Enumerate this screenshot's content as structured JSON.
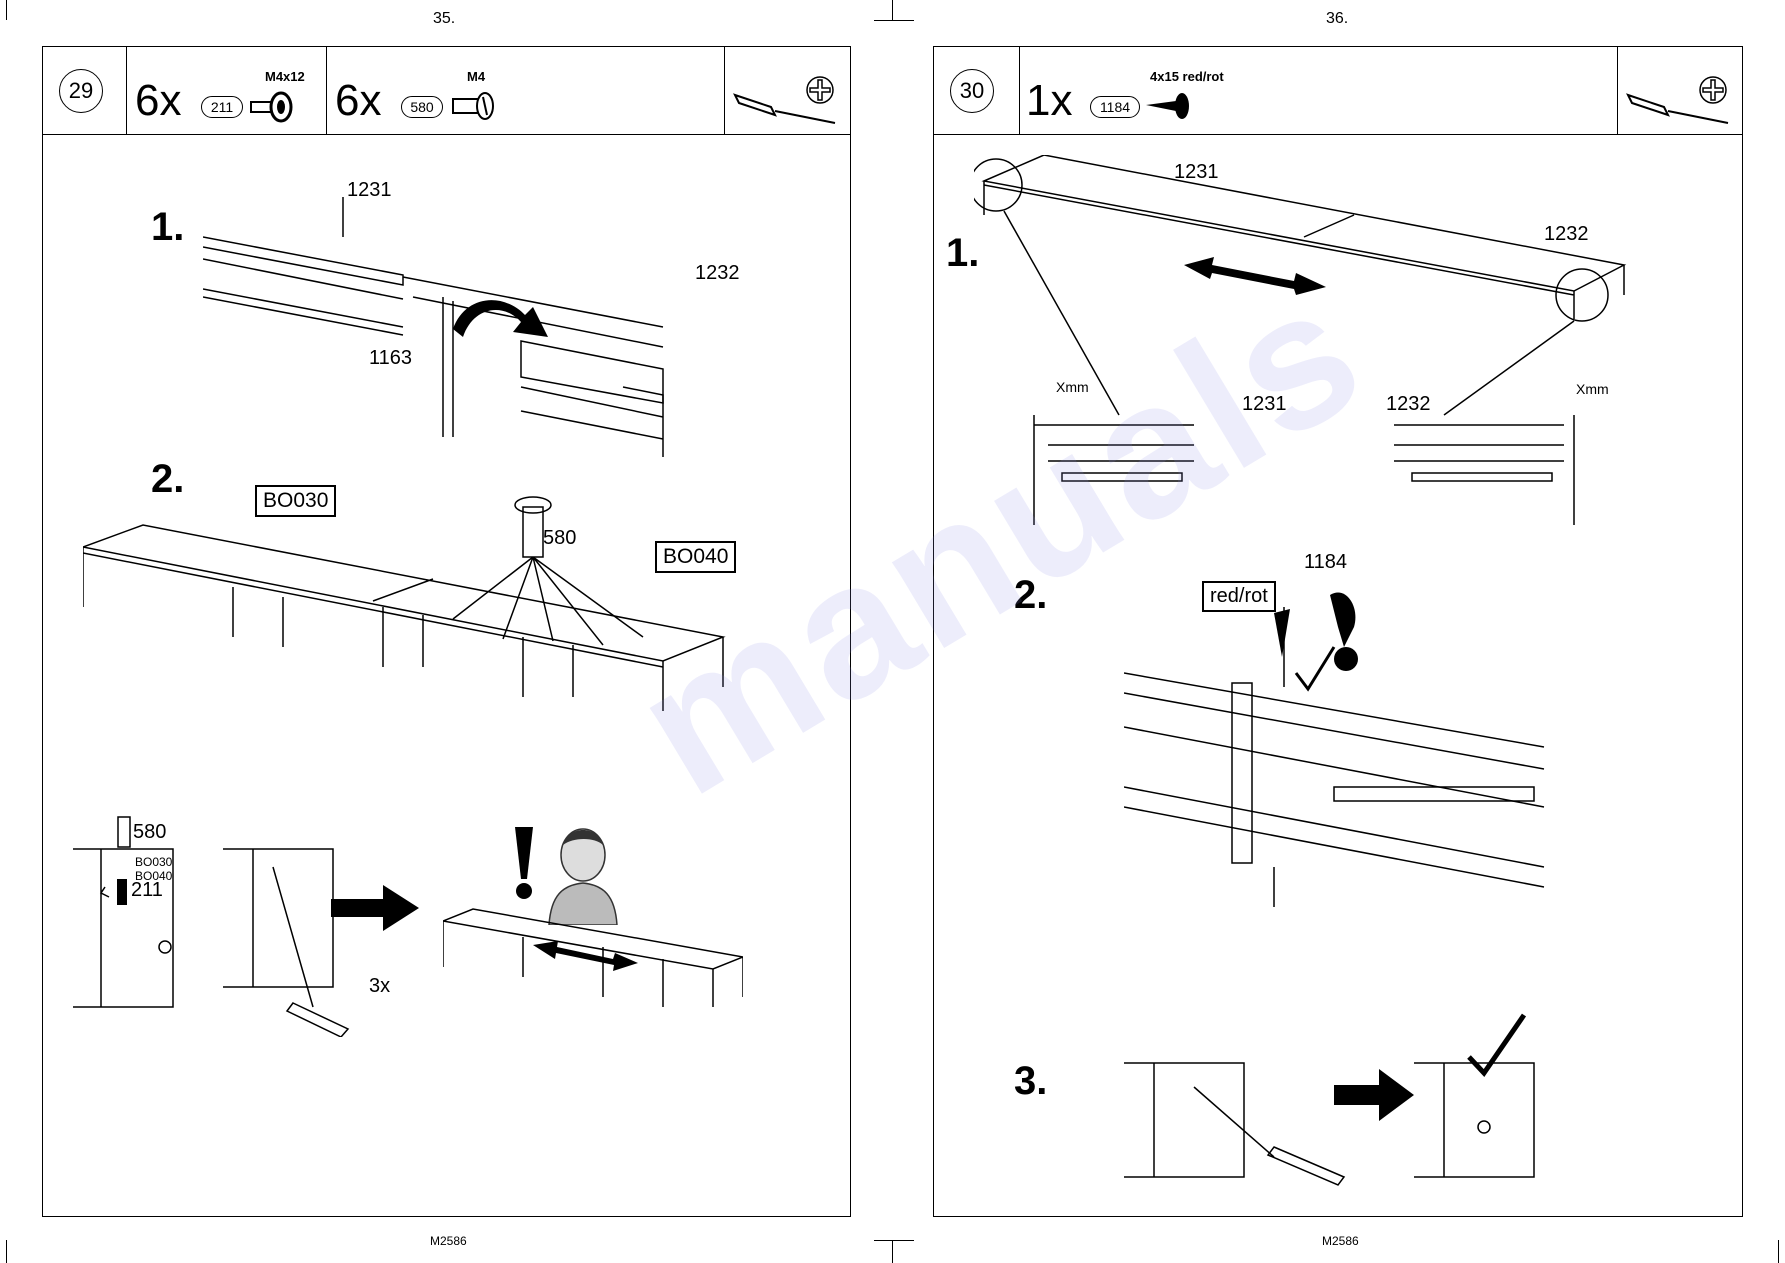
{
  "left_page": {
    "page_number": "35.",
    "footer_code": "M2586",
    "step_number": "29",
    "parts": [
      {
        "qty": "6x",
        "part": "211",
        "spec": "M4x12",
        "icon": "bolt-icon"
      },
      {
        "qty": "6x",
        "part": "580",
        "spec": "M4",
        "icon": "connector-sleeve-icon"
      }
    ],
    "tool_icons": [
      "screwdriver-icon",
      "phillips-icon"
    ],
    "sub1": {
      "label": "1.",
      "parts": [
        "1231",
        "1232",
        "1163"
      ]
    },
    "sub2": {
      "label": "2.",
      "box_labels": [
        "BO030",
        "BO040"
      ],
      "part": "580"
    },
    "detail": {
      "part_top": "580",
      "part_bottom": "211",
      "small_labels": [
        "BO030",
        "BO040"
      ],
      "times": "3x"
    }
  },
  "right_page": {
    "page_number": "36.",
    "footer_code": "M2586",
    "step_number": "30",
    "parts": [
      {
        "qty": "1x",
        "part": "1184",
        "spec": "4x15 red/rot",
        "icon": "wood-screw-icon"
      }
    ],
    "tool_icons": [
      "screwdriver-icon",
      "phillips-icon"
    ],
    "sub1": {
      "label": "1.",
      "parts": [
        "1231",
        "1232",
        "1231",
        "1232"
      ],
      "gap": "Xmm"
    },
    "sub2": {
      "label": "2.",
      "part": "1184",
      "box_label": "red/rot"
    },
    "sub3": {
      "label": "3."
    }
  },
  "watermark": "manuals"
}
